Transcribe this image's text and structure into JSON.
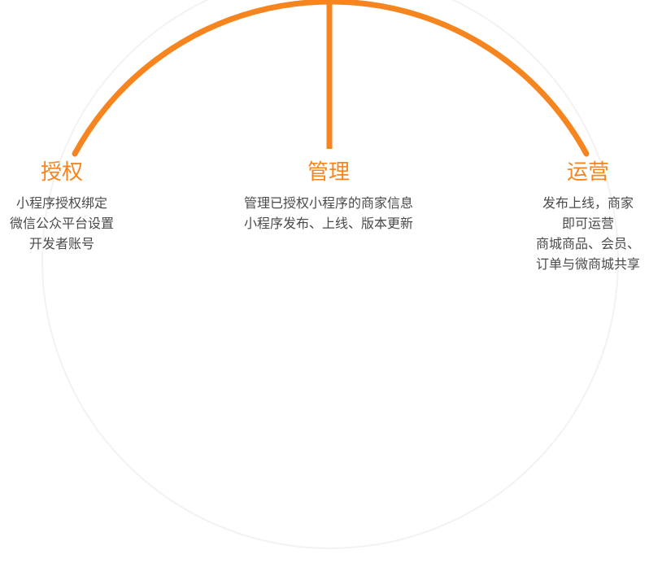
{
  "colors": {
    "accent": "#f7851f",
    "circle": "#f2f2f2",
    "text": "#4a4a4a"
  },
  "nodes": {
    "auth": {
      "title": "授权",
      "lines": [
        "小程序授权绑定",
        "微信公众平台设置",
        "开发者账号"
      ]
    },
    "manage": {
      "title": "管理",
      "lines": [
        "管理已授权小程序的商家信息",
        "小程序发布、上线、版本更新"
      ]
    },
    "ops": {
      "title": "运营",
      "lines": [
        "发布上线，商家",
        "即可运营",
        "商城商品、会员、",
        "订单与微商城共享"
      ]
    }
  }
}
